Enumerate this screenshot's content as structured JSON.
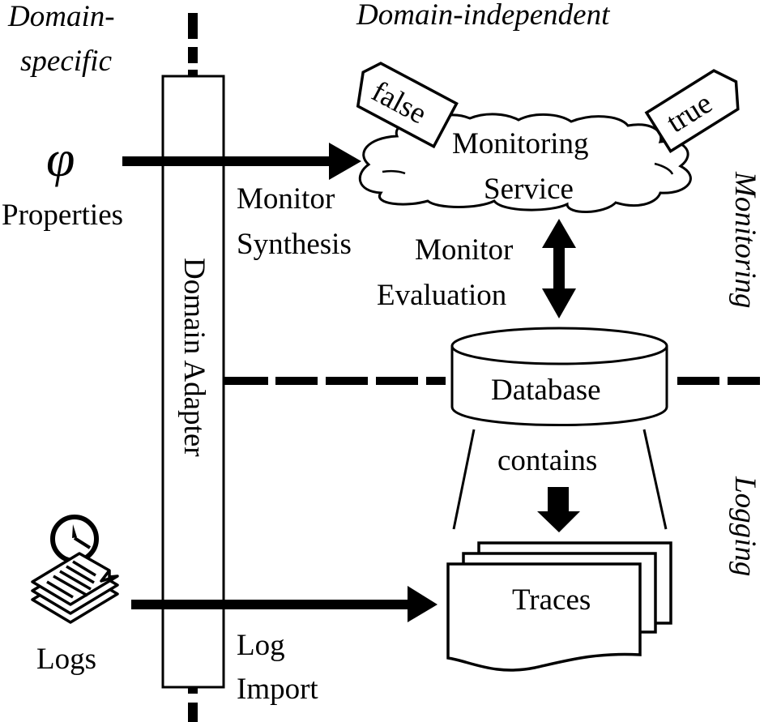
{
  "regions": {
    "domain_specific": [
      "Domain-",
      "specific"
    ],
    "domain_independent": "Domain-independent",
    "monitoring": "Monitoring",
    "logging": "Logging"
  },
  "inputs": {
    "properties_symbol": "φ",
    "properties_label": "Properties",
    "logs_label": "Logs"
  },
  "adapter": {
    "label": "Domain Adapter"
  },
  "edges": {
    "monitor_synthesis": [
      "Monitor",
      "Synthesis"
    ],
    "monitor_evaluation": [
      "Monitor",
      "Evaluation"
    ],
    "log_import": [
      "Log",
      "Import"
    ],
    "contains": "contains"
  },
  "nodes": {
    "monitoring_service": [
      "Monitoring",
      "Service"
    ],
    "verdict_false": "false",
    "verdict_true": "true",
    "database": "Database",
    "traces": "Traces"
  },
  "colors": {
    "ink": "#000000",
    "background": "#ffffff"
  }
}
